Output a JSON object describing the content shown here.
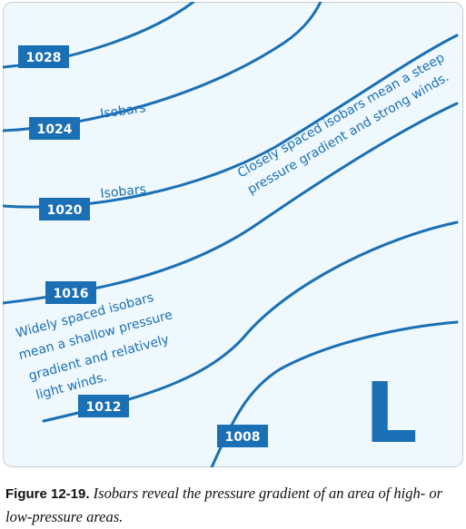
{
  "figure": {
    "isobars": [
      {
        "name": "isobar-1028",
        "label": "1028"
      },
      {
        "name": "isobar-1024",
        "label": "1024"
      },
      {
        "name": "isobar-1020",
        "label": "1020"
      },
      {
        "name": "isobar-1016",
        "label": "1016"
      },
      {
        "name": "isobar-1012",
        "label": "1012"
      },
      {
        "name": "isobar-1008",
        "label": "1008"
      }
    ],
    "annotations": {
      "isobars_upper": "Isobars",
      "isobars_lower": "Isobars",
      "closely_line1": "Closely spaced isobars mean a steep",
      "closely_line2": "pressure gradient and strong winds.",
      "widely_line1": "Widely spaced isobars",
      "widely_line2": "mean a shallow pressure",
      "widely_line3": "gradient and relatively",
      "widely_line4": "light winds."
    },
    "low_pressure_symbol": "L",
    "colors": {
      "background": "#eef8fd",
      "line": "#1a6fb5",
      "border": "#c9cdd1"
    }
  },
  "caption": {
    "label": "Figure 12-19.",
    "text": "Isobars reveal the pressure gradient of an area of high- or low-pressure areas."
  }
}
